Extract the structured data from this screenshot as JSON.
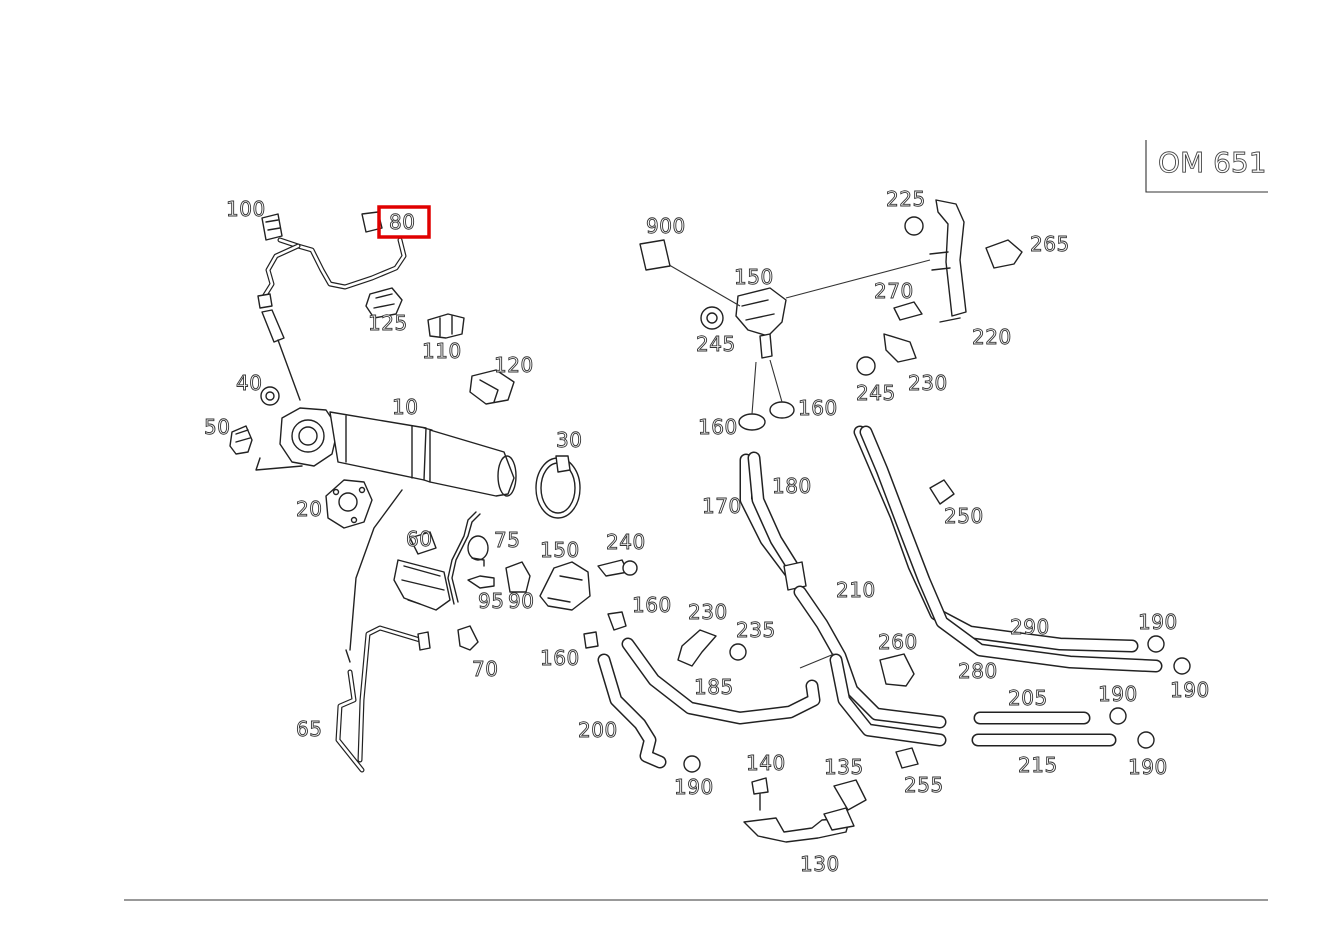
{
  "engine_code": "OM 651",
  "highlighted_callout": "80",
  "colors": {
    "highlight": "#e00000",
    "line": "#222222",
    "background": "#ffffff"
  },
  "callouts": {
    "c10": "10",
    "c20": "20",
    "c30": "30",
    "c40": "40",
    "c50": "50",
    "c60": "60",
    "c65": "65",
    "c70": "70",
    "c75": "75",
    "c80": "80",
    "c90": "90",
    "c95": "95",
    "c100": "100",
    "c110": "110",
    "c120": "120",
    "c125": "125",
    "c130": "130",
    "c135": "135",
    "c140": "140",
    "c150a": "150",
    "c150b": "150",
    "c160a": "160",
    "c160b": "160",
    "c160c": "160",
    "c160d": "160",
    "c170": "170",
    "c180": "180",
    "c185": "185",
    "c190a": "190",
    "c190b": "190",
    "c190c": "190",
    "c190d": "190",
    "c190e": "190",
    "c200": "200",
    "c205": "205",
    "c210": "210",
    "c215": "215",
    "c220": "220",
    "c225": "225",
    "c230a": "230",
    "c230b": "230",
    "c235": "235",
    "c240": "240",
    "c245a": "245",
    "c245b": "245",
    "c250": "250",
    "c255": "255",
    "c260": "260",
    "c265": "265",
    "c270": "270",
    "c280": "280",
    "c290": "290",
    "c900": "900"
  }
}
